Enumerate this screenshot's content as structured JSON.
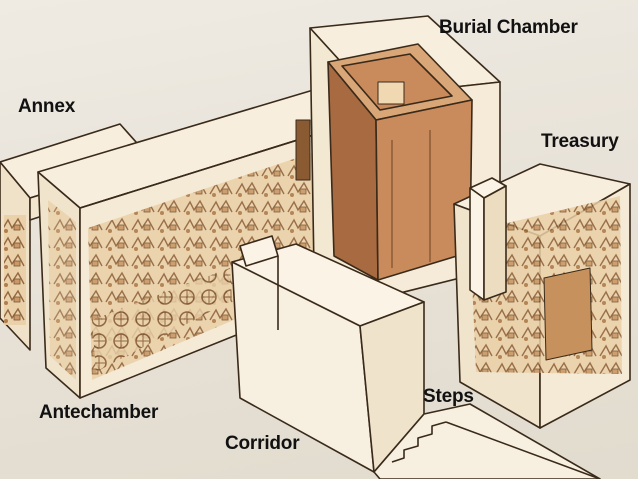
{
  "labels": {
    "burial_chamber": "Burial Chamber",
    "annex": "Annex",
    "treasury": "Treasury",
    "antechamber": "Antechamber",
    "steps": "Steps",
    "corridor": "Corridor"
  },
  "colors": {
    "wall_fill": "#f7eedd",
    "wall_fill_dark": "#efe2c8",
    "outline": "#3a2a1a",
    "shrine": "#c98a5c",
    "shrine_dark": "#a86a40",
    "artifact": "#b8865a",
    "label": "#111111"
  }
}
